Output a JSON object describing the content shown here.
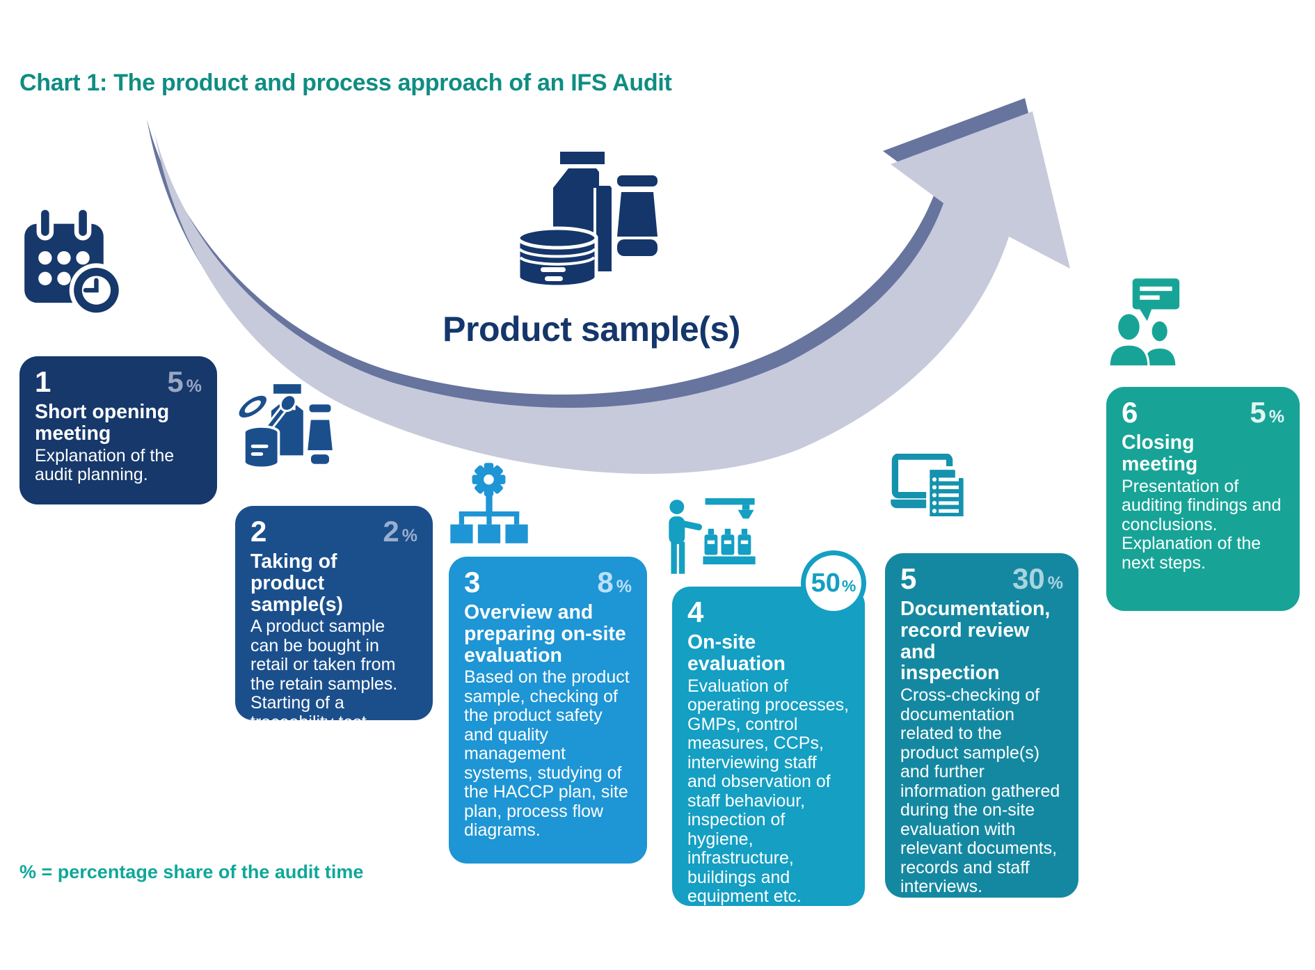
{
  "header": {
    "title": "Chart 1: The product and process approach of an IFS Audit"
  },
  "center": {
    "label": "Product sample(s)",
    "icon": "product-samples-icon"
  },
  "footnote": {
    "text": "% = percentage share of the audit time"
  },
  "meta": {
    "percent_sign": "%"
  },
  "palette": {
    "title_teal": "#0F8D82",
    "footnote_teal": "#0FA79A",
    "center_navy": "#14366B",
    "arrow_light": "#C7CADB",
    "arrow_dark": "#66749E",
    "step_colors": [
      "#16386B",
      "#1B4F8C",
      "#1E95D4",
      "#149FC3",
      "#1588A1",
      "#17A497"
    ]
  },
  "steps": [
    {
      "number": "1",
      "percent": "5",
      "title": "Short opening\nmeeting",
      "description": "Explanation of the audit planning.",
      "color": "#16386B",
      "icon": "calendar-clock-icon"
    },
    {
      "number": "2",
      "percent": "2",
      "title": "Taking of\nproduct sample(s)",
      "description": "A product sample can be bought in retail or taken from the retain samples. Starting of a traceability test.",
      "color": "#1B4F8C",
      "icon": "product-items-icon"
    },
    {
      "number": "3",
      "percent": "8",
      "title": "Overview and\npreparing on-site\nevaluation",
      "description": "Based on the product sample, checking of the product safety and quality management systems, studying of the HACCP plan, site plan, process flow diagrams.",
      "color": "#1E95D4",
      "icon": "gear-sitemap-icon"
    },
    {
      "number": "4",
      "percent": "50",
      "title": "On-site\nevaluation",
      "description": "Evaluation of operating processes, GMPs, control measures, CCPs, interviewing staff and observation of staff behaviour, inspection of hygiene, infrastructure, buildings and equipment etc.",
      "color": "#149FC3",
      "icon": "production-line-icon"
    },
    {
      "number": "5",
      "percent": "30",
      "title": "Documentation,\nrecord review\nand\ninspection",
      "description": "Cross-checking of documentation related to the product sample(s) and further information gathered during the on-site evaluation with relevant documents, records and staff interviews.",
      "color": "#1588A1",
      "icon": "monitor-document-icon"
    },
    {
      "number": "6",
      "percent": "5",
      "title": "Closing\nmeeting",
      "description": "Presentation of auditing findings and conclusions. Explanation of the next steps.",
      "color": "#17A497",
      "icon": "meeting-people-icon"
    }
  ]
}
